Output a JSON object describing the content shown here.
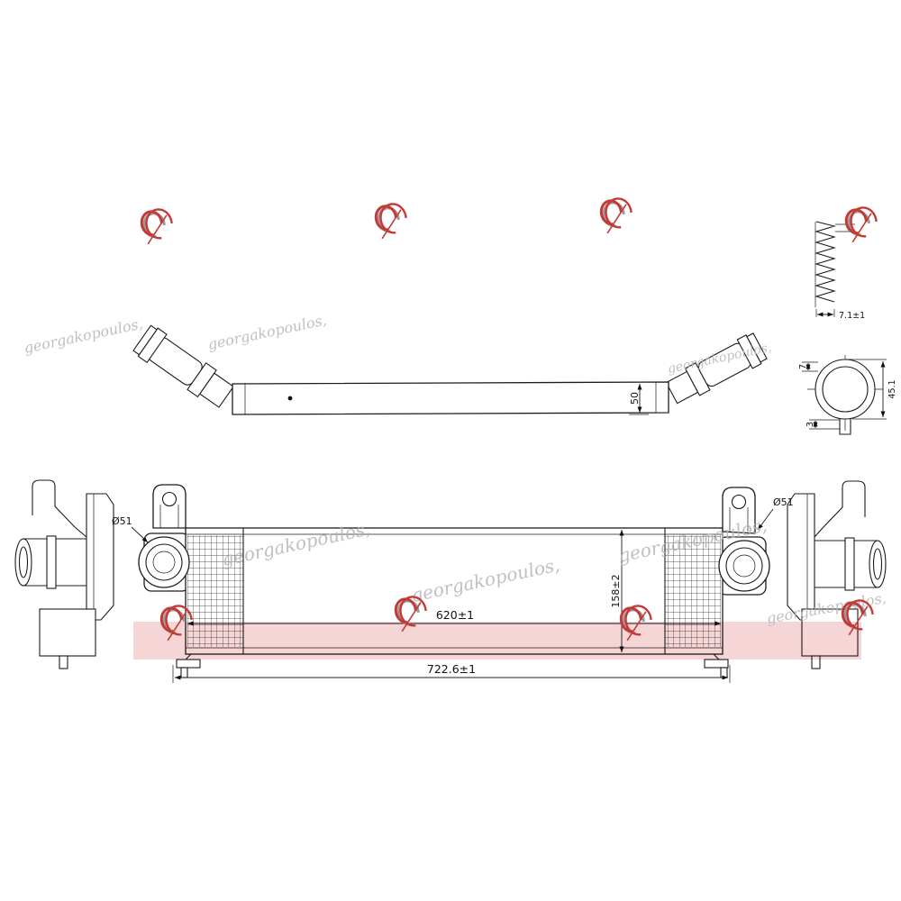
{
  "watermark": {
    "text": "georgakopoulos,",
    "color": "#b5b5bb",
    "logo_color": "#c43b36"
  },
  "dimensions": {
    "top_view_height": "50",
    "fin_pitch": "7.1±1",
    "detail_offset": "7",
    "detail_gap": "3",
    "detail_diameter": "45.1",
    "port_left": "Ø51",
    "port_right": "Ø51",
    "core_width": "620±1",
    "overall_width": "722.6±1",
    "core_height": "158±2"
  },
  "colors": {
    "line": "#1c1c1c",
    "highlight": "#e89b9b",
    "background": "#ffffff"
  }
}
